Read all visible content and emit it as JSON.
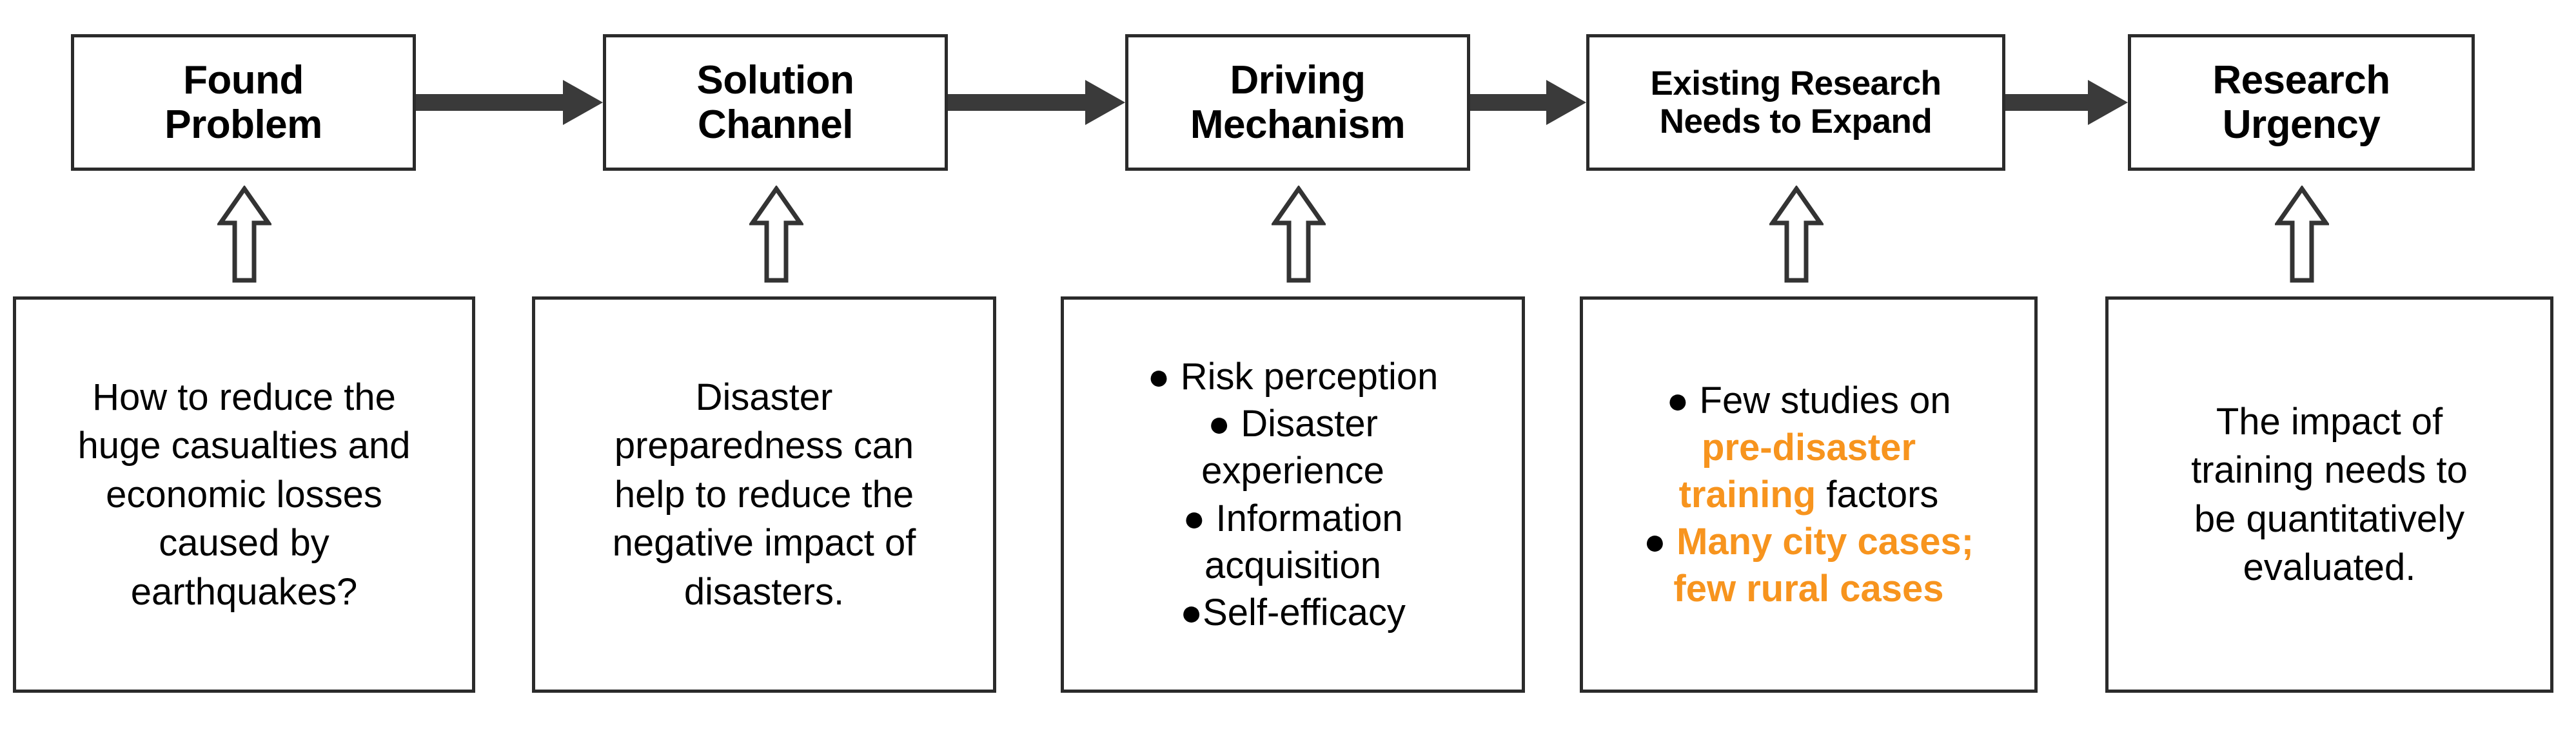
{
  "accent_color": "#F7941E",
  "border_color": "#2B2B2B",
  "arrow_color": "#3A3A3A",
  "flow": {
    "stages": [
      {
        "id": "found-problem",
        "header": "Found\nProblem",
        "detail": "How to reduce the\nhuge casualties and\neconomic losses\ncaused by\nearthquakes?"
      },
      {
        "id": "solution-channel",
        "header": "Solution\nChannel",
        "detail": "Disaster\npreparedness can\nhelp to reduce the\nnegative impact of\ndisasters."
      },
      {
        "id": "driving-mechanism",
        "header": "Driving\nMechanism",
        "detail_bullets": [
          "● Risk perception",
          "● Disaster",
          "experience",
          "● Information",
          "acquisition",
          "●Self-efficacy"
        ]
      },
      {
        "id": "existing-research-needs-to-expand",
        "header": "Existing Research\nNeeds to Expand",
        "detail_rich": [
          {
            "text": "● Few studies on",
            "highlight": false
          },
          {
            "text": "pre-disaster",
            "highlight": true
          },
          {
            "text": "training",
            "highlight": true,
            "tail": " factors"
          },
          {
            "text": "● ",
            "highlight": false,
            "tail_hl": "Many city cases;"
          },
          {
            "text": "few rural cases",
            "highlight": true
          }
        ]
      },
      {
        "id": "research-urgency",
        "header": "Research\nUrgency",
        "detail": "The impact of\ntraining needs to\nbe quantitatively\nevaluated."
      }
    ]
  },
  "connectors": {
    "arrow_right_label": "flows-to",
    "arrow_up_label": "supports"
  }
}
